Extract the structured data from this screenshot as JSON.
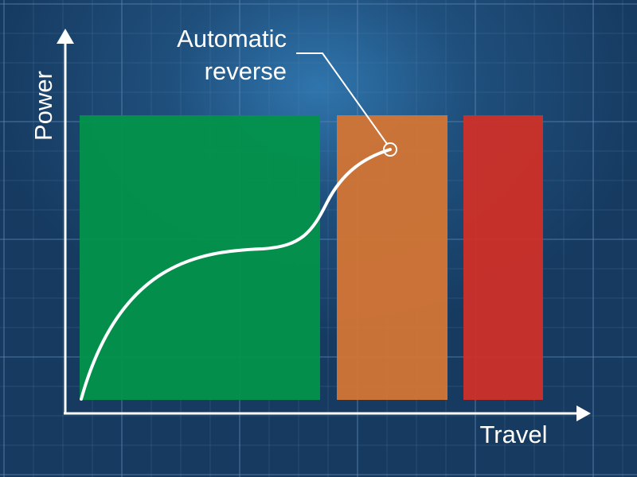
{
  "diagram": {
    "y_axis_label": "Power",
    "x_axis_label": "Travel",
    "annotation": {
      "line1": "Automatic",
      "line2": "reverse"
    },
    "zones": [
      {
        "name": "green-zone",
        "color": "#03924b"
      },
      {
        "name": "orange-zone",
        "color": "#d17535"
      },
      {
        "name": "red-zone",
        "color": "#cc3029"
      }
    ],
    "colors": {
      "grid": "#5a84b0",
      "axis": "#ffffff",
      "curve": "#ffffff"
    }
  }
}
